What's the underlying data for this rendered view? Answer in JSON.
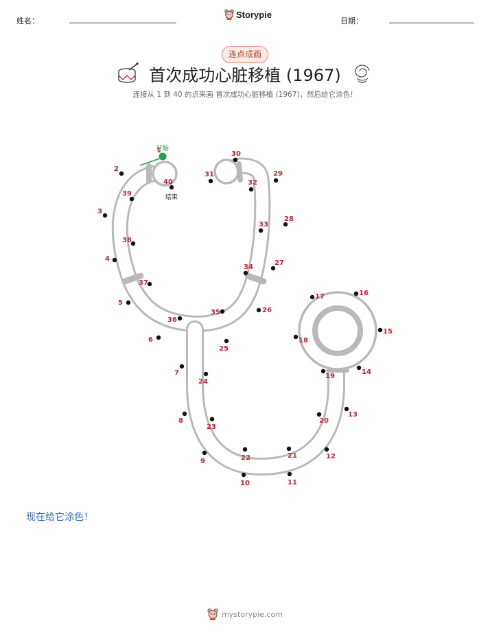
{
  "header": {
    "name_label": "姓名：",
    "date_label": "日期：",
    "brand": "Storypie"
  },
  "badge": "连点成画",
  "title": "首次成功心脏移植 (1967)",
  "subtitle": "连接从 1 到 40 的点来画 首次成功心脏移植 (1967)，然后给它涂色！",
  "start_label": "开始",
  "end_label": "结束",
  "color_prompt": "现在给它涂色！",
  "footer": {
    "site": "mystorypie.com"
  },
  "colors": {
    "accent_red": "#c4232f",
    "start_green": "#22a34a",
    "badge_border": "#e98c7a",
    "prompt_blue": "#2a68c9"
  },
  "icons": [
    "drum-icon",
    "fossil-icon",
    "storypie-logo-icon"
  ],
  "points": [
    {
      "n": "1"
    },
    {
      "n": "2"
    },
    {
      "n": "3"
    },
    {
      "n": "4"
    },
    {
      "n": "5"
    },
    {
      "n": "6"
    },
    {
      "n": "7"
    },
    {
      "n": "8"
    },
    {
      "n": "9"
    },
    {
      "n": "10"
    },
    {
      "n": "11"
    },
    {
      "n": "12"
    },
    {
      "n": "13"
    },
    {
      "n": "14"
    },
    {
      "n": "15"
    },
    {
      "n": "16"
    },
    {
      "n": "17"
    },
    {
      "n": "18"
    },
    {
      "n": "19"
    },
    {
      "n": "20"
    },
    {
      "n": "21"
    },
    {
      "n": "22"
    },
    {
      "n": "23"
    },
    {
      "n": "24"
    },
    {
      "n": "25"
    },
    {
      "n": "26"
    },
    {
      "n": "27"
    },
    {
      "n": "28"
    },
    {
      "n": "29"
    },
    {
      "n": "30"
    },
    {
      "n": "31"
    },
    {
      "n": "32"
    },
    {
      "n": "33"
    },
    {
      "n": "34"
    },
    {
      "n": "35"
    },
    {
      "n": "36"
    },
    {
      "n": "37"
    },
    {
      "n": "38"
    },
    {
      "n": "39"
    },
    {
      "n": "40"
    }
  ]
}
